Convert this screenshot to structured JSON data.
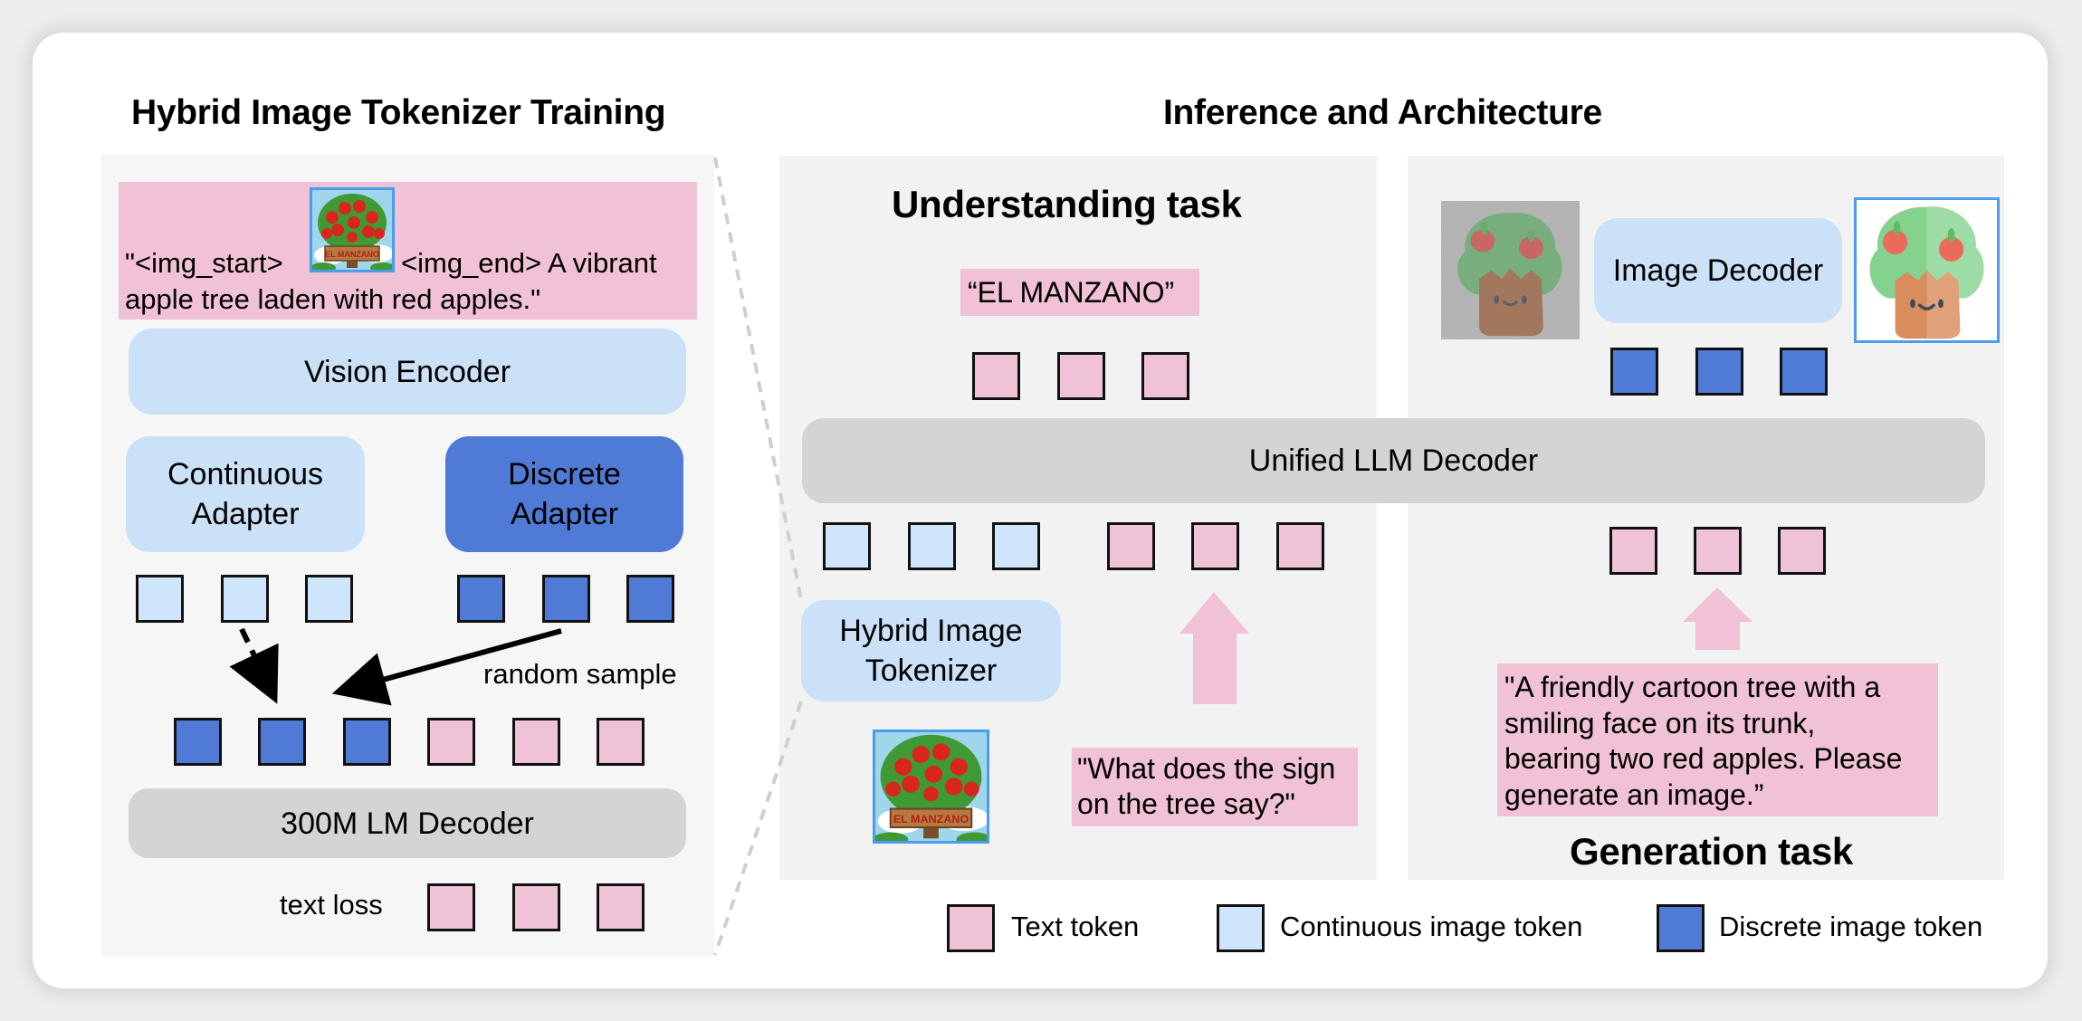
{
  "titles": {
    "training": "Hybrid Image Tokenizer Training",
    "inference": "Inference and Architecture",
    "understanding": "Understanding task",
    "generation": "Generation task"
  },
  "training": {
    "caption_before": "\"<img_start>",
    "caption_after": "<img_end> A vibrant",
    "caption_line2": "apple tree laden with red apples.\"",
    "thumbnail_sign": "EL MANZANO",
    "vision_encoder": "Vision Encoder",
    "continuous_adapter": [
      "Continuous",
      "Adapter"
    ],
    "discrete_adapter": [
      "Discrete",
      "Adapter"
    ],
    "random_sample": "random sample",
    "lm_decoder": "300M LM Decoder",
    "text_loss": "text loss",
    "continuous_tokens": 3,
    "discrete_tokens": 3,
    "mixed_row": [
      "discrete",
      "discrete",
      "discrete",
      "text",
      "text",
      "text"
    ],
    "loss_tokens": 3
  },
  "understanding": {
    "answer": "“EL MANZANO”",
    "output_tokens": 3,
    "input_tokens": [
      "continuous",
      "continuous",
      "continuous",
      "text",
      "text",
      "text"
    ],
    "tokenizer": [
      "Hybrid Image",
      "Tokenizer"
    ],
    "image_sign": "EL MANZANO",
    "question_line1": "\"What does the sign",
    "question_line2": "on the tree say?\""
  },
  "unified_decoder": "Unified LLM Decoder",
  "generation": {
    "image_decoder": "Image Decoder",
    "output_tokens": 3,
    "input_tokens": 3,
    "prompt_lines": [
      "\"A friendly cartoon tree with a",
      "smiling face on its trunk,",
      "bearing two red apples. Please",
      "generate an image.”"
    ]
  },
  "legend": [
    {
      "label": "Text token",
      "type": "text"
    },
    {
      "label": "Continuous image token",
      "type": "continuous"
    },
    {
      "label": "Discrete image token",
      "type": "discrete"
    }
  ],
  "colors": {
    "text_token": "#efc2d5",
    "continuous_token": "#cfe5fb",
    "discrete_token": "#4f7bd6",
    "module_light": "#cbe1f7",
    "decoder_gray": "#d4d4d4",
    "image_border": "#4a9cf0"
  }
}
